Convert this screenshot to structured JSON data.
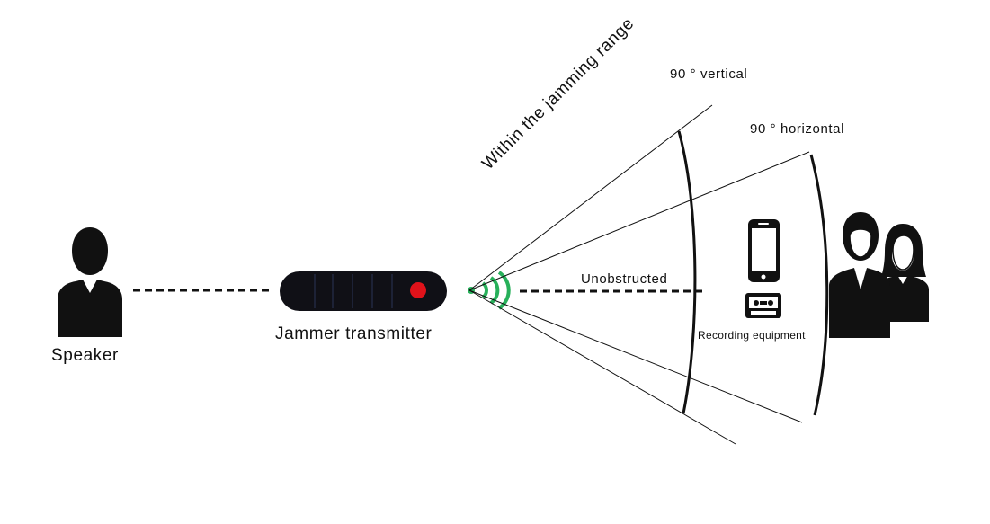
{
  "labels": {
    "speaker": "Speaker",
    "jammer": "Jammer transmitter",
    "range": "Within the jamming range",
    "vertical": "90 °  vertical",
    "horizontal": "90 °  horizontal",
    "unobstructed": "Unobstructed",
    "recording": "Recording equipment"
  },
  "colors": {
    "ink": "#111111",
    "device_body": "#101016",
    "indicator_light": "#e0121a",
    "signal_waves": "#27b05a",
    "background": "#ffffff"
  },
  "icons": {
    "speaker": "person-silhouette-icon",
    "jammer": "jammer-device-icon",
    "signal": "signal-waves-icon",
    "phone": "smartphone-icon",
    "recorder": "cassette-recorder-icon",
    "listeners": "people-silhouette-icon"
  }
}
